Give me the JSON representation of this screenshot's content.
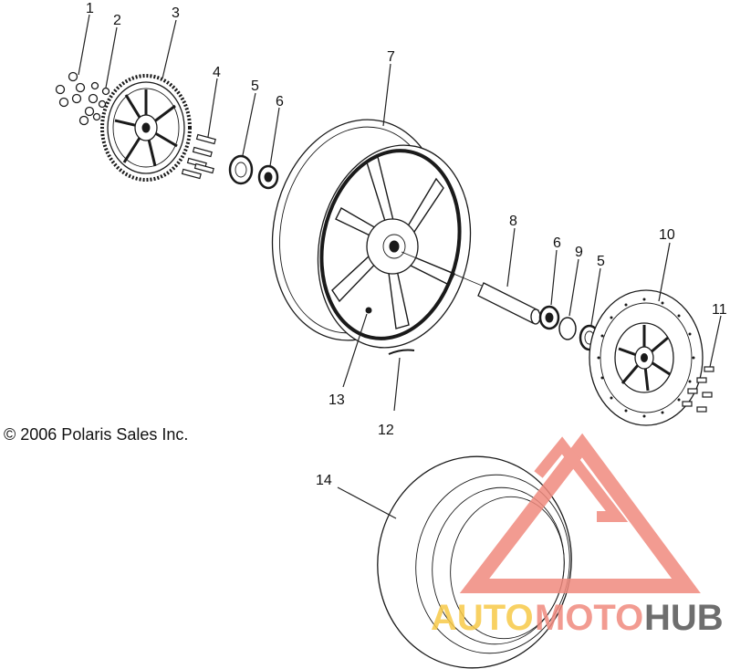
{
  "copyright": "© 2006 Polaris Sales Inc.",
  "callouts": {
    "c1": "1",
    "c2": "2",
    "c3": "3",
    "c4": "4",
    "c5a": "5",
    "c6a": "6",
    "c7": "7",
    "c8": "8",
    "c6b": "6",
    "c9": "9",
    "c10": "10",
    "c5b": "5",
    "c11": "11",
    "c12": "12",
    "c13": "13",
    "c14": "14"
  },
  "watermark": {
    "part1": "AUTO",
    "part2": "MOTO",
    "part3": "HUB",
    "color1": "#f7c948",
    "color2": "#f08a7e",
    "color3": "#555555",
    "logo_color": "#f08a7e"
  }
}
